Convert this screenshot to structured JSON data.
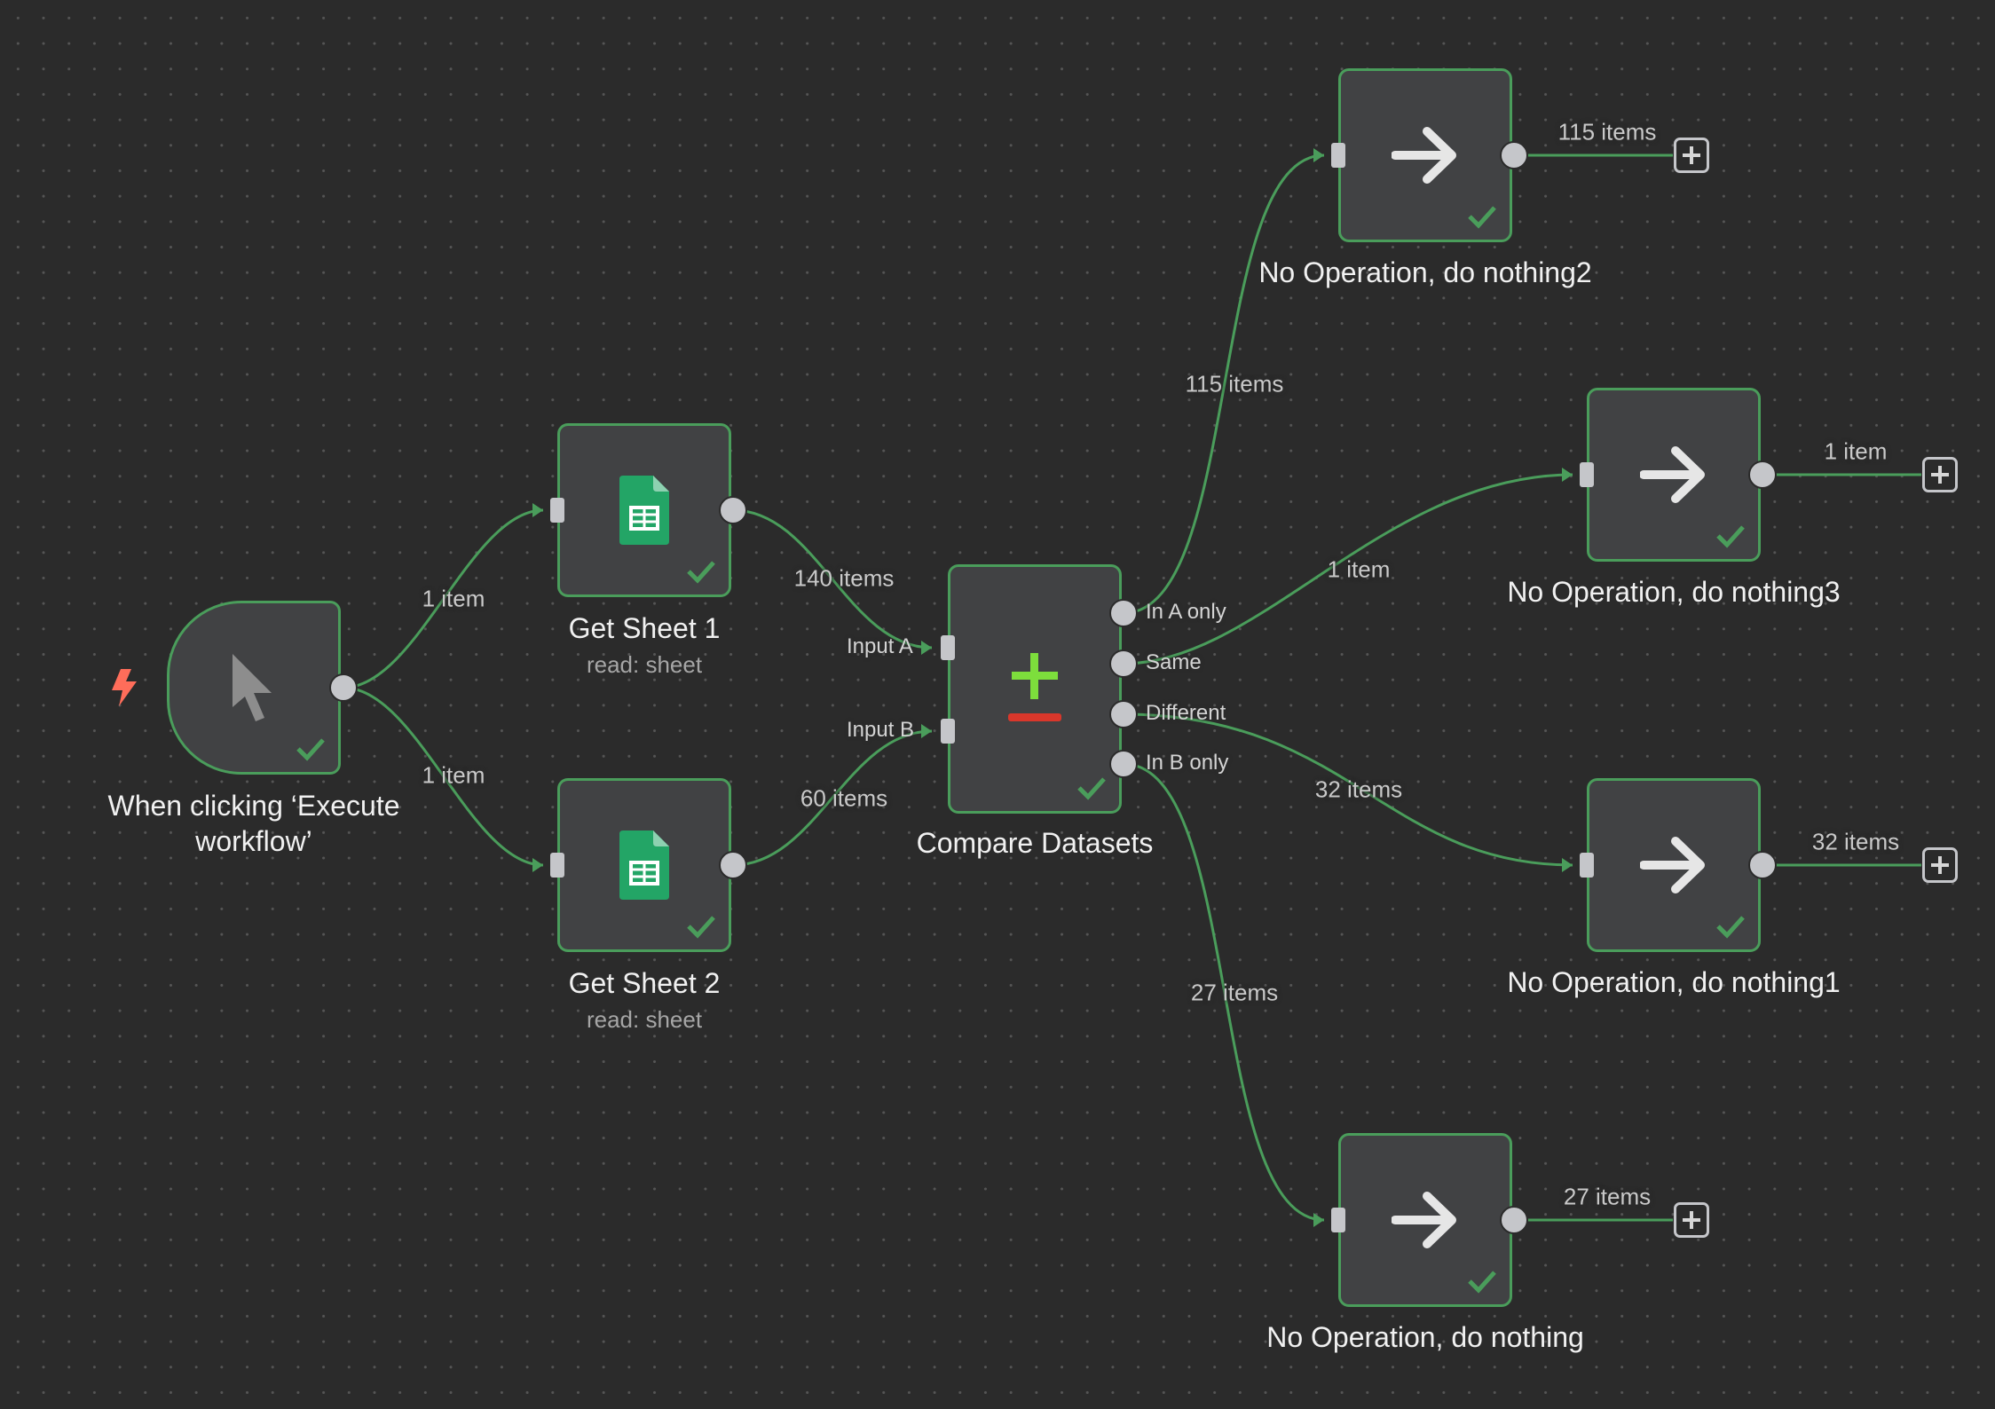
{
  "canvas": {
    "background": "#2b2b2b",
    "node_border_color": "#4a9d5b",
    "connection_color": "#4a9d5b"
  },
  "nodes": {
    "trigger": {
      "title": "When clicking ‘Execute workflow’",
      "icon": "cursor-icon",
      "status": "success-check-icon"
    },
    "sheet1": {
      "title": "Get Sheet 1",
      "subtitle": "read: sheet",
      "icon": "google-sheets-icon",
      "status": "success-check-icon"
    },
    "sheet2": {
      "title": "Get Sheet 2",
      "subtitle": "read: sheet",
      "icon": "google-sheets-icon",
      "status": "success-check-icon"
    },
    "compare": {
      "title": "Compare Datasets",
      "icon": "compare-plus-minus-icon",
      "inputs": [
        "Input A",
        "Input B"
      ],
      "outputs": [
        "In A only",
        "Same",
        "Different",
        "In B only"
      ],
      "status": "success-check-icon"
    },
    "noop2": {
      "title": "No Operation, do nothing2",
      "icon": "arrow-right-icon",
      "status": "success-check-icon"
    },
    "noop3": {
      "title": "No Operation, do nothing3",
      "icon": "arrow-right-icon",
      "status": "success-check-icon"
    },
    "noop1": {
      "title": "No Operation, do nothing1",
      "icon": "arrow-right-icon",
      "status": "success-check-icon"
    },
    "noop": {
      "title": "No Operation, do nothing",
      "icon": "arrow-right-icon",
      "status": "success-check-icon"
    }
  },
  "connections": {
    "trigger_to_sheet1": "1 item",
    "trigger_to_sheet2": "1 item",
    "sheet1_to_compare": "140 items",
    "sheet2_to_compare": "60 items",
    "in_a_only_to_noop2": "115 items",
    "same_to_noop3": "1 item",
    "different_to_noop1": "32 items",
    "in_b_only_to_noop": "27 items"
  },
  "outputs": {
    "noop2": "115 items",
    "noop3": "1 item",
    "noop1": "32 items",
    "noop": "27 items"
  }
}
